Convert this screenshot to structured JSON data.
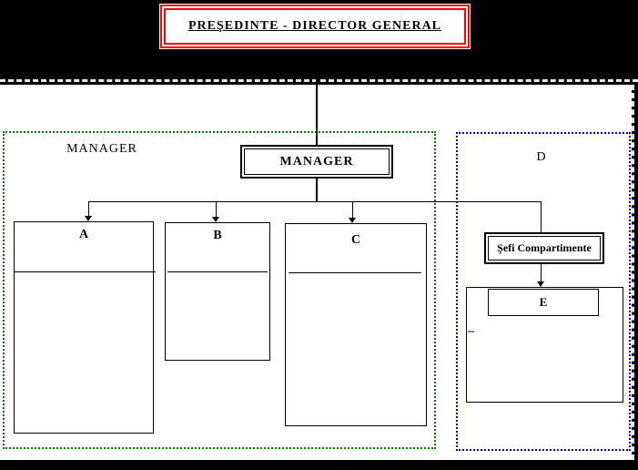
{
  "diagram": {
    "title": "PREŞEDINTE - DIRECTOR GENERAL",
    "manager_region": {
      "label": "MANAGER",
      "border_color": "#008000",
      "manager_box_label": "MANAGER",
      "dept_a_label": "A",
      "dept_b_label": "B",
      "dept_c_label": "C"
    },
    "d_region": {
      "label": "D",
      "border_color": "#0000dd",
      "sefi_box_label": "Şefi Compartimente",
      "e_box_label": "E",
      "dash_item": "–"
    },
    "colors": {
      "title_border": "#ff0000",
      "connector": "#000000",
      "page_background": "#ffffff",
      "outer_background": "#000000"
    }
  }
}
